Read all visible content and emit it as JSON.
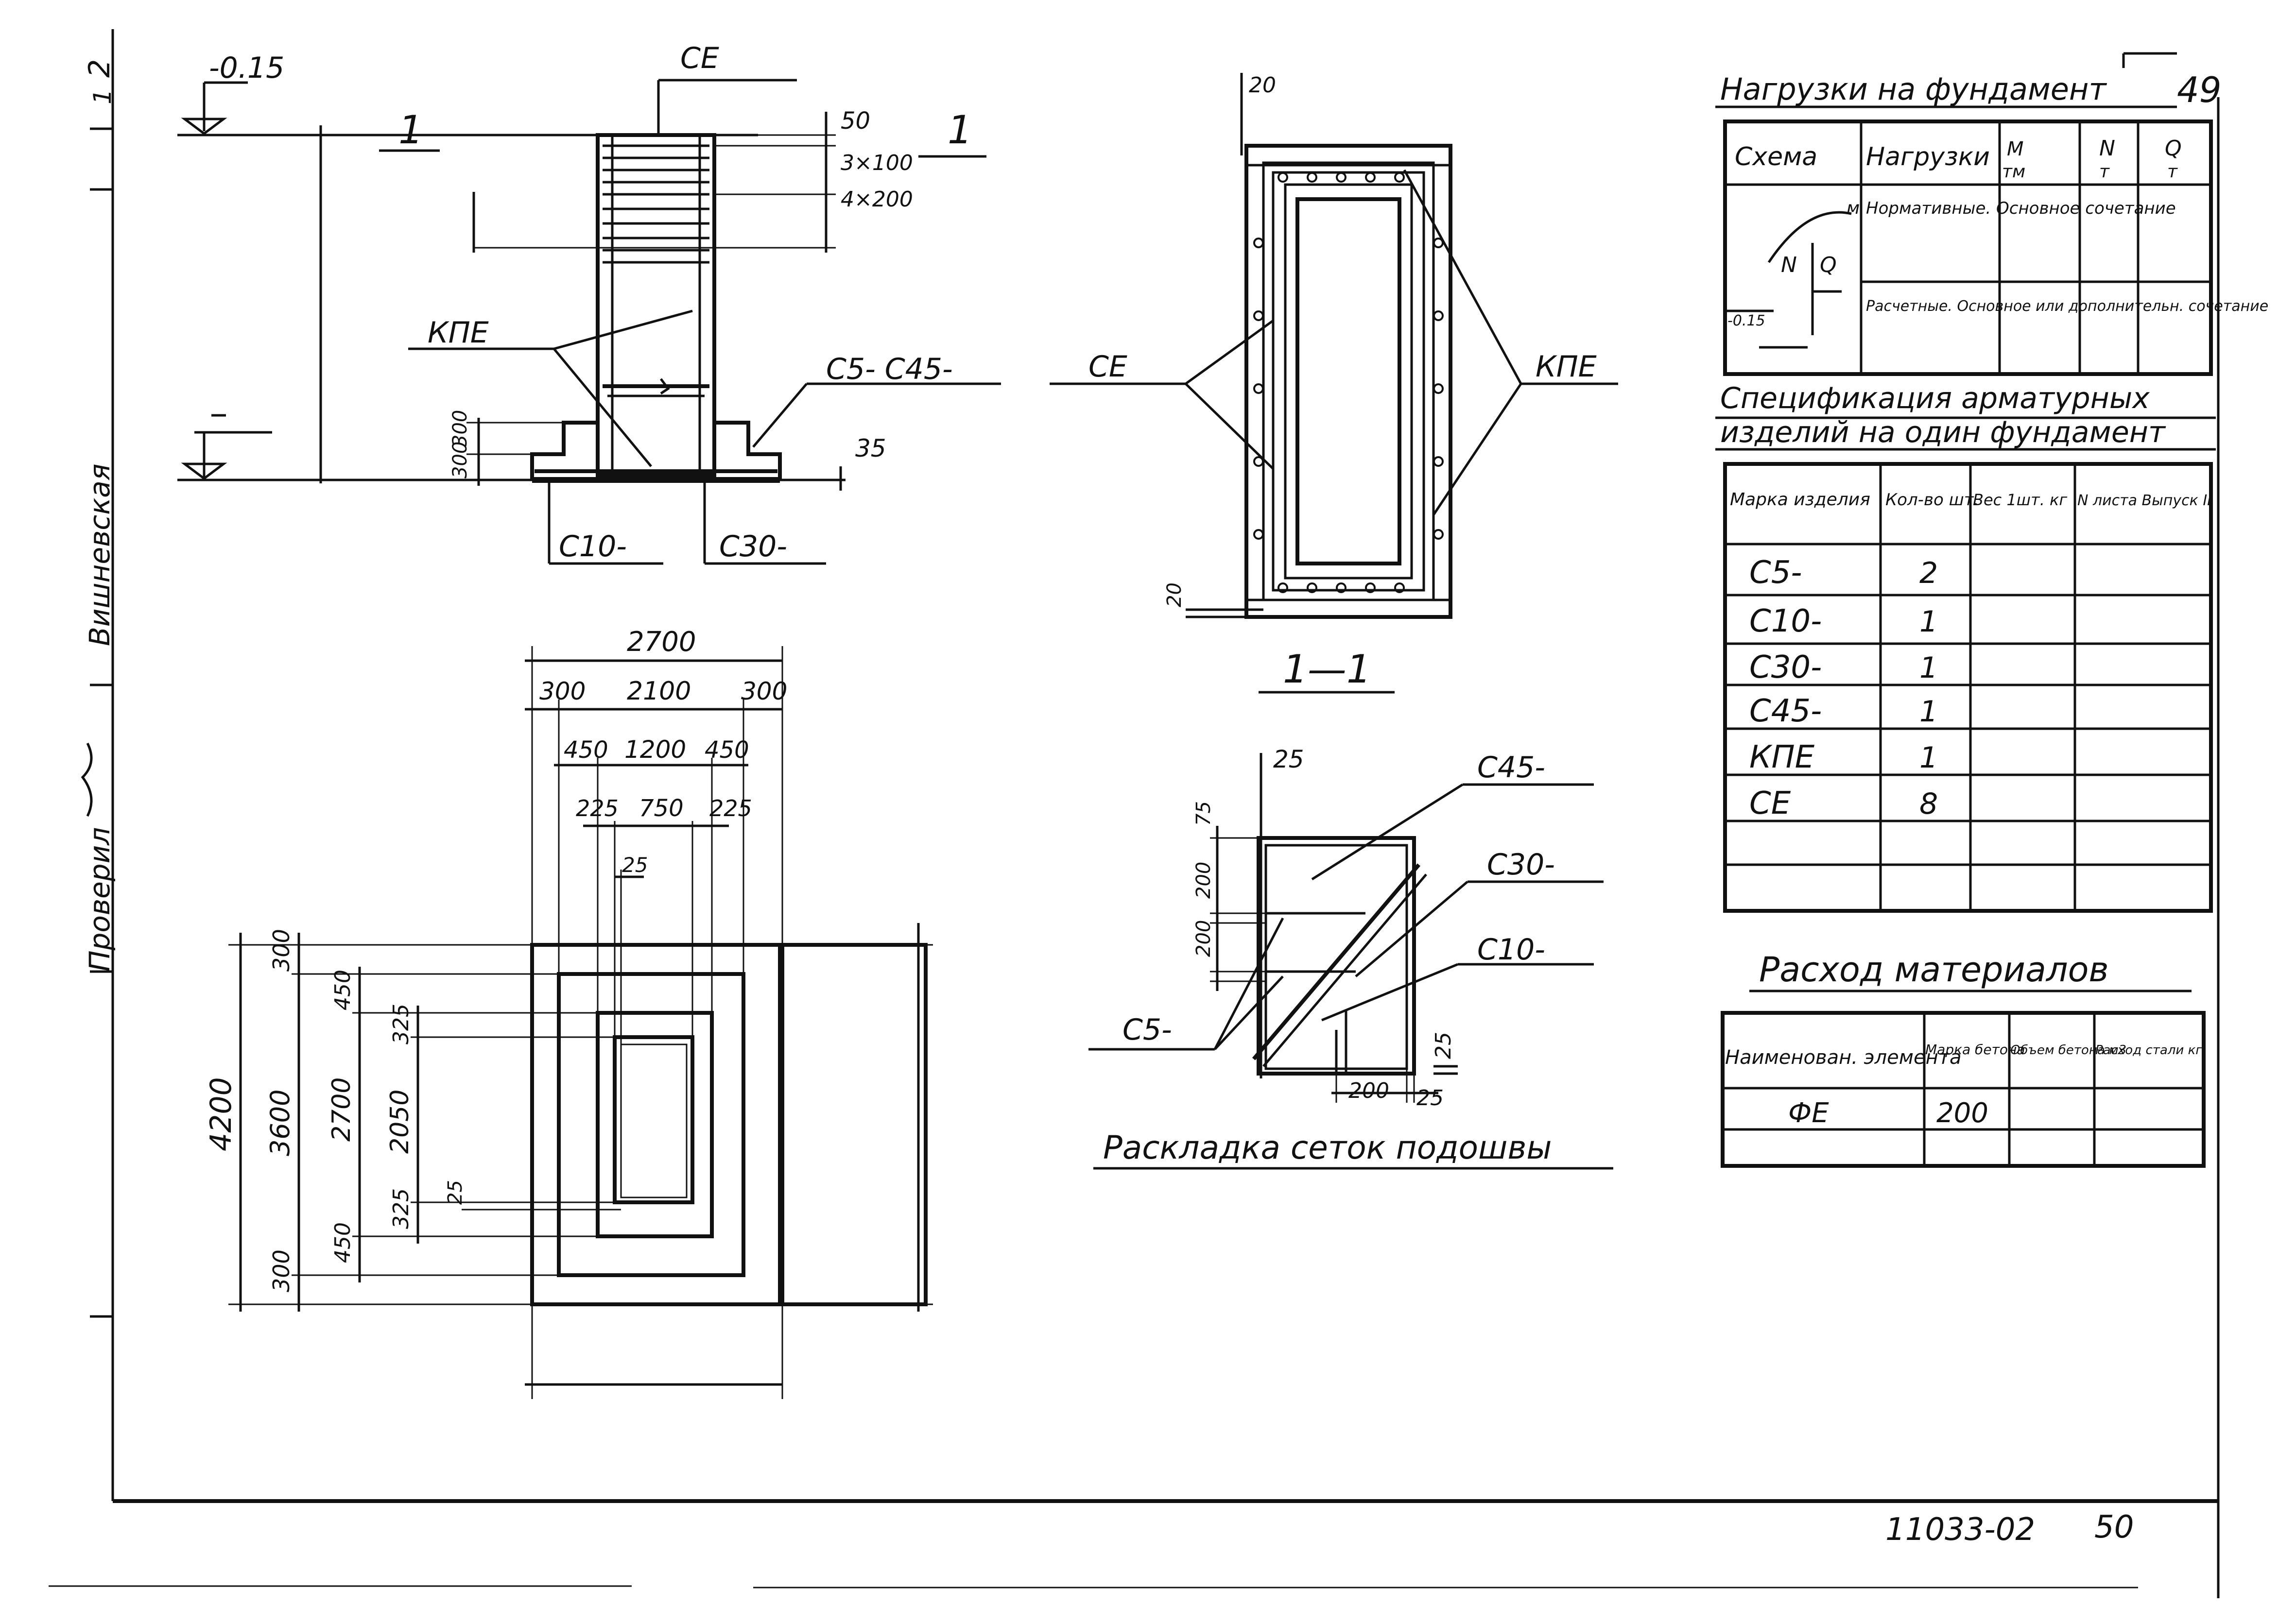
{
  "side_stamp": {
    "label": "Проверил",
    "sig": "Вишневская",
    "num_top": "2",
    "num_mid": "1"
  },
  "section_top": {
    "elev_top": "-0.15",
    "ce": "СЕ",
    "d1": "50",
    "d2": "3×100",
    "d3": "4×200",
    "cut1": "1",
    "kpe": "КПЕ",
    "c5c45": "С5-  С45-",
    "h1": "300",
    "h2": "300",
    "d35": "35",
    "c10": "С10-",
    "c30": "С30-"
  },
  "plan": {
    "w_total": "2700",
    "w_l": "300",
    "w_mid": "2100",
    "w_r": "300",
    "w2_l": "450",
    "w2_mid": "1200",
    "w2_r": "450",
    "w3_l": "225",
    "w3_mid": "750",
    "w3_r": "225",
    "w4": "25",
    "h_total": "4200",
    "h_a": "300",
    "h_mid": "3600",
    "h_b": "300",
    "h2_a": "450",
    "h2_mid": "2700",
    "h2_b": "450",
    "h3_a": "325",
    "h3_mid": "2050",
    "h3_b": "325",
    "h4": "25"
  },
  "cut": {
    "top_dim": "20",
    "ce": "СЕ",
    "kpe": "КПЕ",
    "bot_dim": "20",
    "title": "1—1"
  },
  "mesh": {
    "d25t": "25",
    "d75": "75",
    "d200a": "200",
    "d200b": "200",
    "c45": "С45-",
    "c30": "С30-",
    "c10": "С10-",
    "c5": "С5-",
    "d25r": "25",
    "d200c": "200",
    "d25c": "25",
    "title": "Раскладка сеток подошвы"
  },
  "loads_table": {
    "page_num": "49",
    "title": "Нагрузки на фундамент",
    "headers": [
      "Схема",
      "Нагрузки",
      "М\nтм",
      "N\nт",
      "Q\nт"
    ],
    "scheme_m": "м",
    "scheme_n": "N",
    "scheme_q": "Q",
    "scheme_elev": "-0.15",
    "row1": "Нормативные. Основное сочетание",
    "row2": "Расчетные. Основное или дополнительн. сочетание"
  },
  "spec_table": {
    "title1": "Спецификация арматурных",
    "title2": "изделий на один фундамент",
    "headers": [
      "Марка изделия",
      "Кол-во шт.",
      "Вес 1шт. кг",
      "N листа Выпуск II"
    ],
    "rows": [
      {
        "mark": "С5-",
        "qty": "2"
      },
      {
        "mark": "С10-",
        "qty": "1"
      },
      {
        "mark": "С30-",
        "qty": "1"
      },
      {
        "mark": "С45-",
        "qty": "1"
      },
      {
        "mark": "КПЕ",
        "qty": "1"
      },
      {
        "mark": "СЕ",
        "qty": "8"
      }
    ]
  },
  "material_table": {
    "title": "Расход материалов",
    "headers": [
      "Наименован. элемента",
      "Марка бетона",
      "Объем бетона м3",
      "Расход стали кг"
    ],
    "row": {
      "name": "ФЕ",
      "grade": "200"
    }
  },
  "footer": {
    "code": "11033-02",
    "page": "50"
  }
}
